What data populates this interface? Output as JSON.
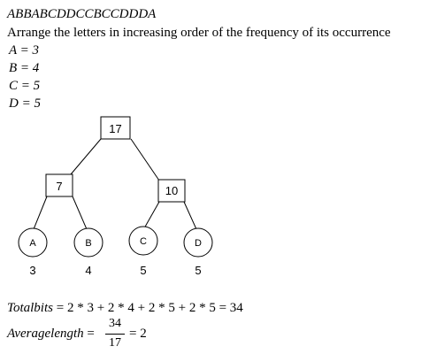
{
  "header": {
    "sequence": "ABBABCDDCCBCCDDDA",
    "instruction": "Arrange the letters in increasing order of the frequency of its occurrence"
  },
  "frequencies": [
    {
      "text": "A = 3"
    },
    {
      "text": "B = 4"
    },
    {
      "text": "C = 5"
    },
    {
      "text": "D = 5"
    }
  ],
  "tree": {
    "root": "17",
    "left_internal": "7",
    "right_internal": "10",
    "leaves": [
      {
        "label": "A",
        "weight": "3"
      },
      {
        "label": "B",
        "weight": "4"
      },
      {
        "label": "C",
        "weight": "5"
      },
      {
        "label": "D",
        "weight": "5"
      }
    ]
  },
  "results": {
    "total_bits_label": "Totalbits",
    "total_bits_expr": " = 2 * 3 + 2 * 4 + 2 * 5 + 2 * 5 = 34",
    "avg_label": "Averagelength",
    "avg_eq": " =",
    "avg_numerator": "34",
    "avg_denominator": "17",
    "avg_result": "= 2"
  }
}
